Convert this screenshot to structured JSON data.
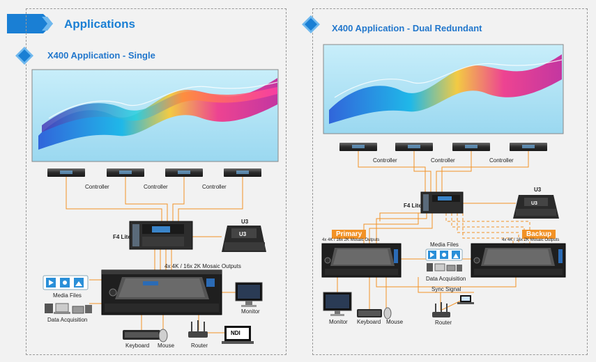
{
  "header": {
    "title": "Applications"
  },
  "left": {
    "title": "X400 Application - Single",
    "controllers": [
      "Controller",
      "Controller",
      "Controller"
    ],
    "f4": "F4 Lite",
    "u3": "U3",
    "mosaic": "4x 4K / 16x 2K Mosaic Outputs",
    "media_files": "Media Files",
    "data_acq": "Data Acquisition",
    "monitor": "Monitor",
    "keyboard": "Keyboard",
    "mouse": "Mouse",
    "router": "Router",
    "ndi": "NDI"
  },
  "right": {
    "title": "X400 Application - Dual Redundant",
    "controllers": [
      "Controller",
      "Controller",
      "Controller"
    ],
    "f4": "F4 Lite",
    "u3": "U3",
    "primary": "Primary",
    "backup": "Backup",
    "mosaic_primary": "4x 4K / 16x 2K Mosaic Outputs",
    "mosaic_backup": "4x 4K / 16x 2K Mosaic Outputs",
    "media_files": "Media Files",
    "data_acq": "Data Acquisition",
    "sync": "Sync Signal",
    "monitor": "Monitor",
    "keyboard": "Keyboard",
    "mouse": "Mouse",
    "router": "Router"
  },
  "colors": {
    "accent_blue": "#1a7fd4",
    "line_orange": "#f29226",
    "tag_orange": "#f29226"
  }
}
